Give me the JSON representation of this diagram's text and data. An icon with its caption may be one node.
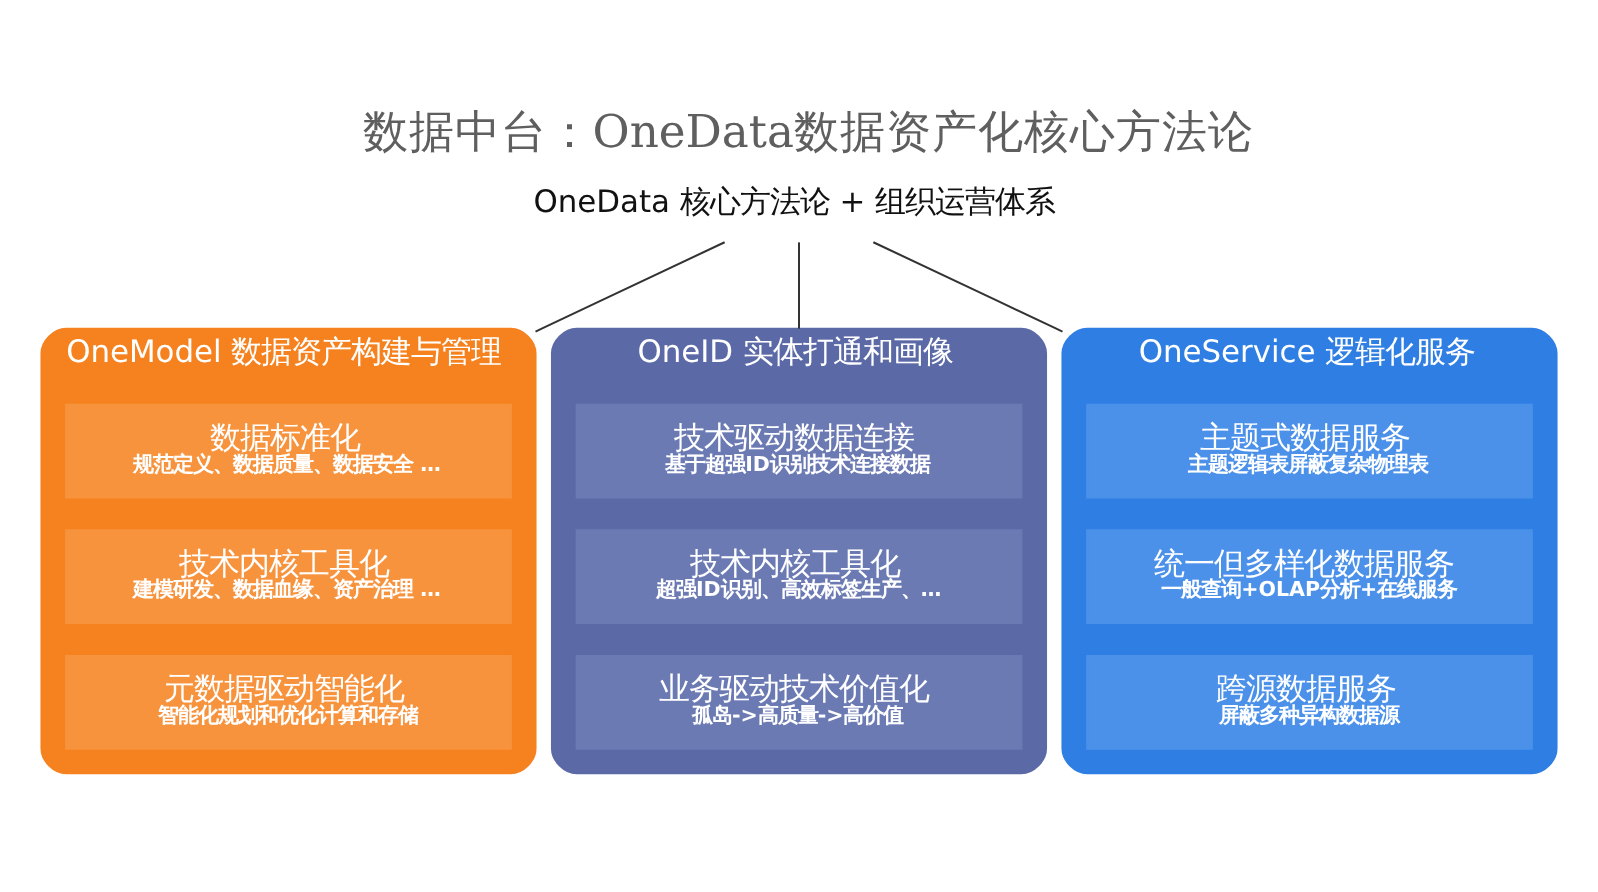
{
  "diagram": {
    "title": "数据中台：OneData数据资产化核心方法论",
    "nodes": [
      {
        "text": [
          "OneData 核心方法论 + 组织运营体系"
        ]
      },
      {
        "text": [
          "OneModel 数据资产构建与管理"
        ]
      },
      {
        "text": [
          "数据标准化",
          "规范定义、数据质量、数据安全 …"
        ],
        "in": 1
      },
      {
        "text": [
          "技术内核工具化",
          "建模研发、数据血缘、资产治理 …"
        ],
        "in": 1
      },
      {
        "text": [
          "元数据驱动智能化",
          "智能化规划和优化计算和存储"
        ],
        "in": 1
      },
      {
        "text": [
          "OneID 实体打通和画像"
        ]
      },
      {
        "text": [
          "技术驱动数据连接",
          "基于超强ID识别技术连接数据"
        ],
        "in": 5
      },
      {
        "text": [
          "技术内核工具化",
          "超强ID识别、高效标签生产、…"
        ],
        "in": 5
      },
      {
        "text": [
          "业务驱动技术价值化",
          "孤岛->高质量->高价值"
        ],
        "in": 5
      },
      {
        "text": [
          "OneService 逻辑化服务"
        ]
      },
      {
        "text": [
          "主题式数据服务",
          "主题逻辑表屏蔽复杂物理表"
        ],
        "in": 9
      },
      {
        "text": [
          "统一但多样化数据服务",
          "一般查询+OLAP分析+在线服务"
        ],
        "in": 9
      },
      {
        "text": [
          "跨源数据服务",
          "屏蔽多种异构数据源"
        ],
        "in": 9
      }
    ],
    "edges": [
      {
        "from": 0,
        "to": 1,
        "arrow": "none"
      },
      {
        "from": 0,
        "to": 5,
        "arrow": "none"
      },
      {
        "from": 0,
        "to": 9,
        "arrow": "none"
      }
    ]
  }
}
